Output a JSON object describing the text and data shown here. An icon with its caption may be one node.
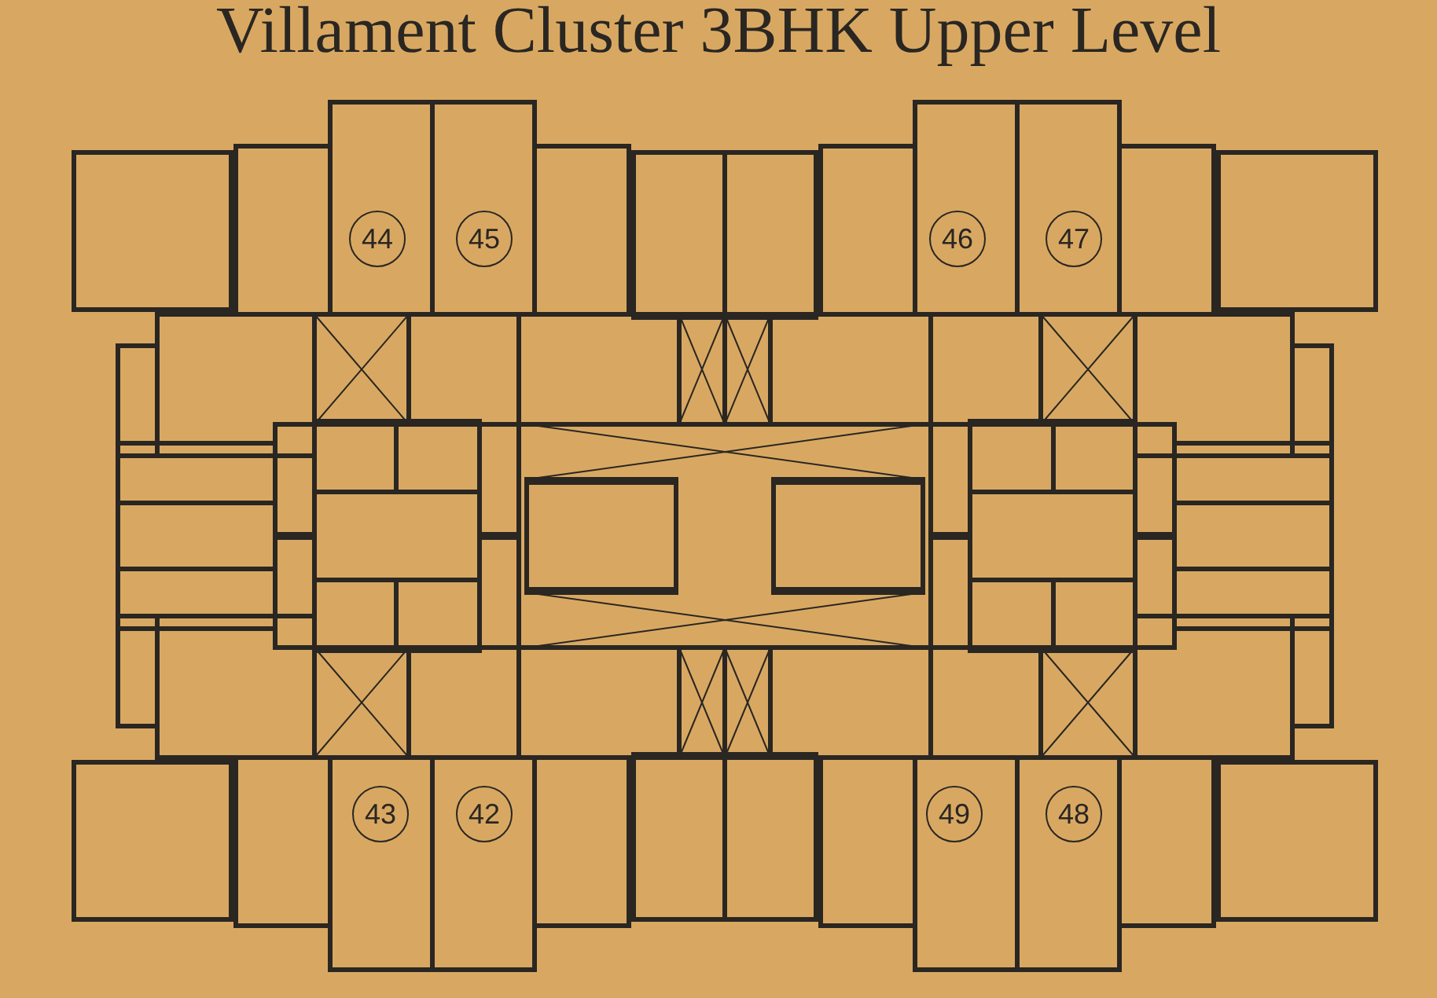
{
  "diagram": {
    "title": "Villament Cluster 3BHK Upper Level",
    "nodes": [
      {
        "text": [
          "44"
        ]
      },
      {
        "text": [
          "45"
        ]
      },
      {
        "text": [
          "46"
        ]
      },
      {
        "text": [
          "47"
        ]
      },
      {
        "text": [
          "43"
        ]
      },
      {
        "text": [
          "42"
        ]
      },
      {
        "text": [
          "49"
        ]
      },
      {
        "text": [
          "48"
        ]
      }
    ]
  }
}
